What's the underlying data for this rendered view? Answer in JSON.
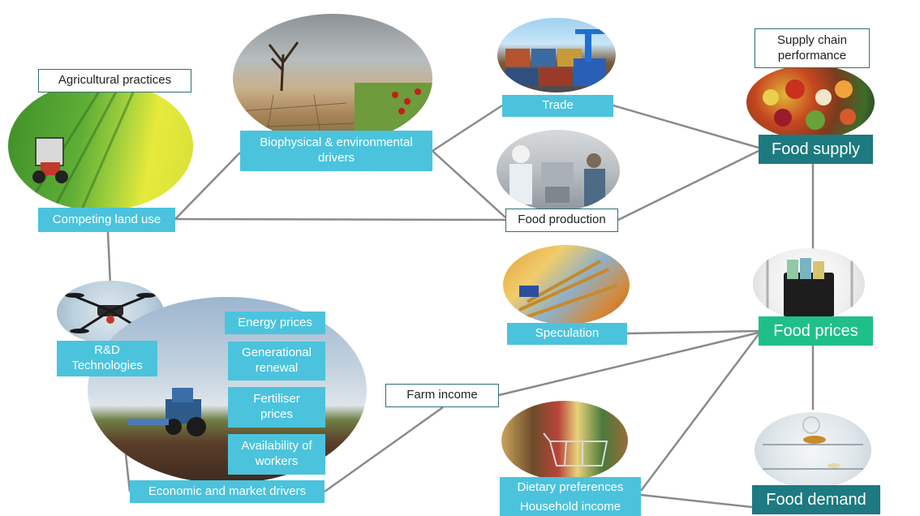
{
  "labels": {
    "agricultural_practices": "Agricultural practices",
    "competing_land_use": "Competing land use",
    "biophysical": "Biophysical & environmental\ndrivers",
    "trade": "Trade",
    "food_production": "Food production",
    "supply_chain": "Supply chain\nperformance",
    "food_supply": "Food supply",
    "food_prices": "Food prices",
    "food_demand": "Food demand",
    "speculation": "Speculation",
    "farm_income": "Farm income",
    "rd_technologies": "R&D\nTechnologies",
    "energy_prices": "Energy prices",
    "generational_renewal": "Generational\nrenewal",
    "fertiliser_prices": "Fertiliser\nprices",
    "availability_workers": "Availability of\nworkers",
    "economic_market": "Economic and market drivers",
    "dietary_preferences": "Dietary preferences",
    "household_income": "Household income"
  },
  "colors": {
    "box_blue": "#4bc3dd",
    "box_dark_teal": "#1c7a80",
    "box_green": "#1fbf8a",
    "connector": "#8a8a8a"
  },
  "icons": [
    "field-tractor-photo",
    "drought-landscape-photo",
    "shipping-containers-photo",
    "factory-workers-photo",
    "market-food-photo",
    "wallet-photo",
    "wheat-banknotes-photo",
    "drone-photo",
    "tractor-sky-photo",
    "supermarket-cart-photo",
    "empty-fridge-photo"
  ]
}
